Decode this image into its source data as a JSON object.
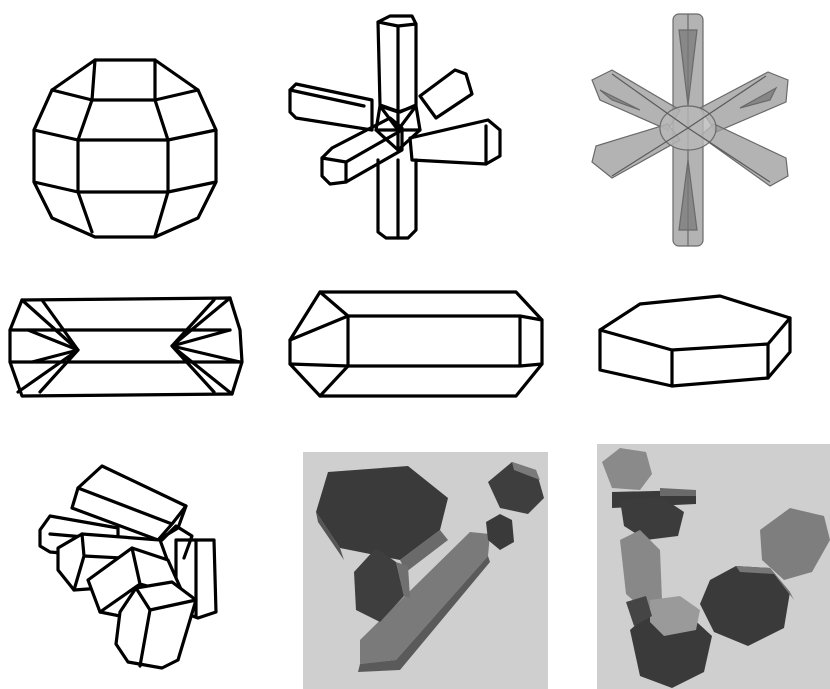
{
  "figure": {
    "grid": {
      "rows": 3,
      "columns": 3
    },
    "panels": [
      {
        "row": 1,
        "col": 1,
        "icon": "rounded-polyhedron-icon",
        "style": "line drawing"
      },
      {
        "row": 1,
        "col": 2,
        "icon": "six-arm-rosette-wireframe-icon",
        "style": "line drawing"
      },
      {
        "row": 1,
        "col": 3,
        "icon": "six-arm-rosette-shaded-icon",
        "style": "translucent gray render"
      },
      {
        "row": 2,
        "col": 1,
        "icon": "hollow-column-icon",
        "style": "line drawing"
      },
      {
        "row": 2,
        "col": 2,
        "icon": "hexagonal-column-icon",
        "style": "line drawing"
      },
      {
        "row": 2,
        "col": 3,
        "icon": "hexagonal-plate-icon",
        "style": "line drawing"
      },
      {
        "row": 3,
        "col": 1,
        "icon": "column-aggregate-icon",
        "style": "line drawing"
      },
      {
        "row": 3,
        "col": 2,
        "icon": "plate-aggregate-icon",
        "style": "gray render"
      },
      {
        "row": 3,
        "col": 3,
        "icon": "plate-aggregate-icon",
        "style": "gray render"
      }
    ],
    "colors": {
      "line": "#000000",
      "render_background": "#cfcfcf",
      "render_dark": "#3a3a3a",
      "render_mid": "#5e5e5e",
      "render_light": "#8a8a8a",
      "translucent": "#9a9a9a"
    }
  }
}
